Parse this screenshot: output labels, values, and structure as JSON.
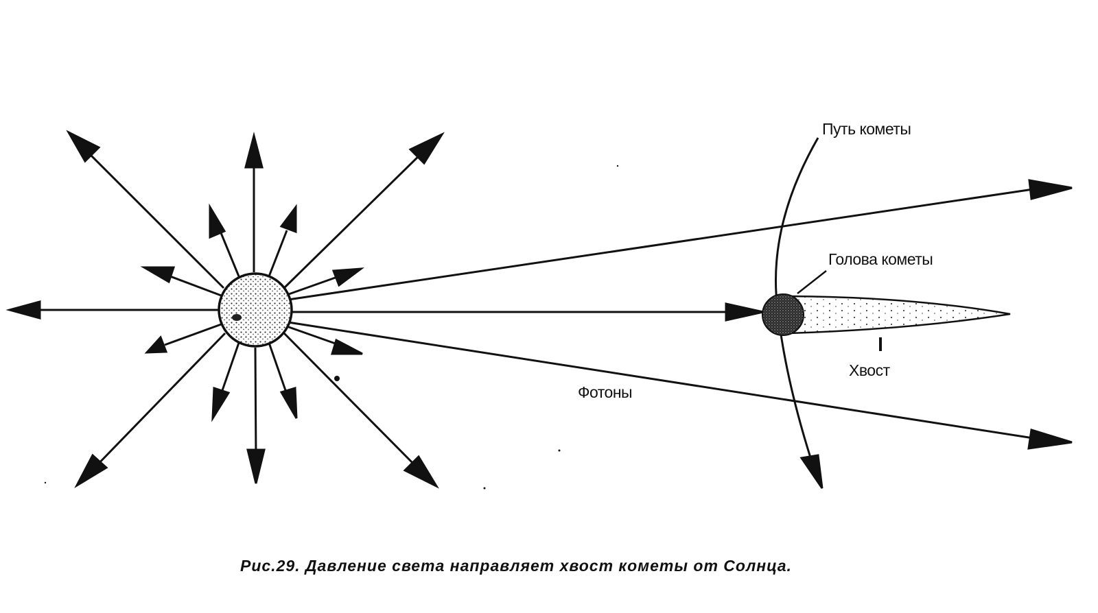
{
  "labels": {
    "comet_path": "Путь кометы",
    "comet_head": "Голова кометы",
    "tail": "Хвост",
    "photons": "Фотоны"
  },
  "caption": "Рис.29. Давление света направляет хвост кометы от Солнца.",
  "colors": {
    "ink": "#111111",
    "background": "#ffffff"
  }
}
